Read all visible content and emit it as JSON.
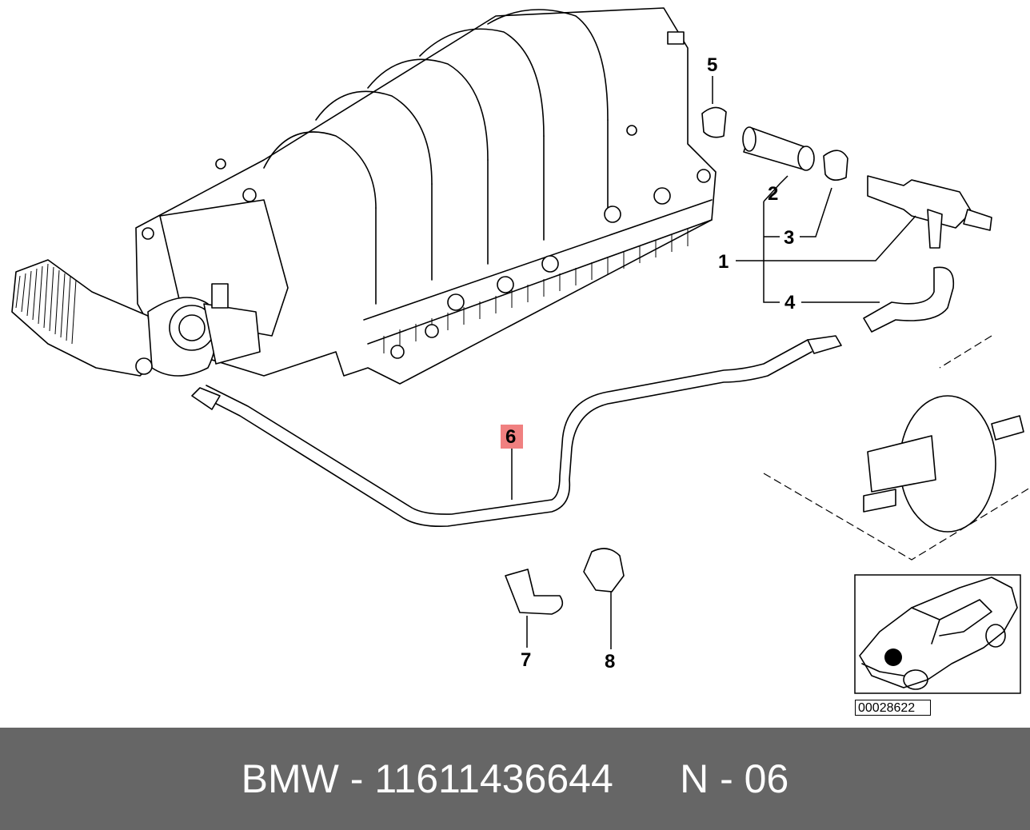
{
  "diagram": {
    "callouts": [
      {
        "id": "1",
        "label": "1"
      },
      {
        "id": "2",
        "label": "2"
      },
      {
        "id": "3",
        "label": "3"
      },
      {
        "id": "4",
        "label": "4"
      },
      {
        "id": "5",
        "label": "5"
      },
      {
        "id": "6",
        "label": "6",
        "highlighted": true
      },
      {
        "id": "7",
        "label": "7"
      },
      {
        "id": "8",
        "label": "8"
      }
    ],
    "highlight_color": "#f08080",
    "reference_code": "00028622"
  },
  "footer": {
    "brand": "BMW",
    "separator": " - ",
    "part_number": "11611436644",
    "group": "N - 06",
    "background_color": "#666666"
  }
}
